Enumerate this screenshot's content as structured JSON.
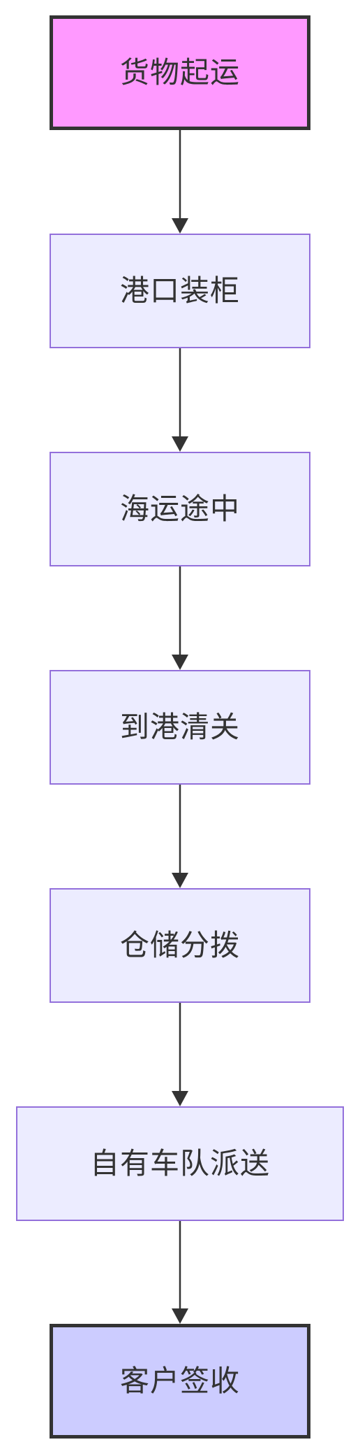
{
  "diagram": {
    "nodes": [
      {
        "id": "n1",
        "label": "货物起运",
        "kind": "start"
      },
      {
        "id": "n2",
        "label": "港口装柜",
        "kind": "process"
      },
      {
        "id": "n3",
        "label": "海运途中",
        "kind": "process"
      },
      {
        "id": "n4",
        "label": "到港清关",
        "kind": "process"
      },
      {
        "id": "n5",
        "label": "仓储分拨",
        "kind": "process"
      },
      {
        "id": "n6",
        "label": "自有车队派送",
        "kind": "process"
      },
      {
        "id": "n7",
        "label": "客户签收",
        "kind": "end"
      }
    ],
    "edges": [
      {
        "from": "n1",
        "to": "n2"
      },
      {
        "from": "n2",
        "to": "n3"
      },
      {
        "from": "n3",
        "to": "n4"
      },
      {
        "from": "n4",
        "to": "n5"
      },
      {
        "from": "n5",
        "to": "n6"
      },
      {
        "from": "n6",
        "to": "n7"
      }
    ],
    "colors": {
      "start_fill": "#ff99ff",
      "process_fill": "#ececff",
      "process_border": "#9370db",
      "end_fill": "#ccccff",
      "stroke": "#333333",
      "text": "#333333"
    }
  }
}
